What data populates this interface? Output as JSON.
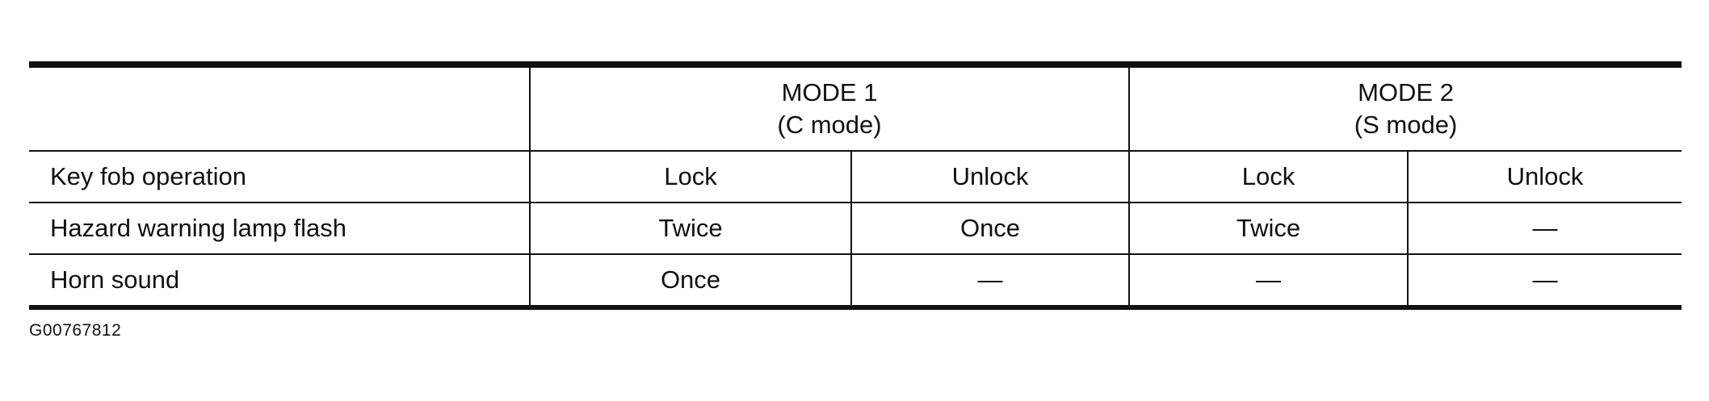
{
  "table": {
    "headers": {
      "mode1": {
        "line1": "MODE 1",
        "line2": "(C mode)"
      },
      "mode2": {
        "line1": "MODE 2",
        "line2": "(S mode)"
      }
    },
    "rows": [
      {
        "label": "Key fob operation",
        "mode1_lock": "Lock",
        "mode1_unlock": "Unlock",
        "mode2_lock": "Lock",
        "mode2_unlock": "Unlock"
      },
      {
        "label": "Hazard warning lamp flash",
        "mode1_lock": "Twice",
        "mode1_unlock": "Once",
        "mode2_lock": "Twice",
        "mode2_unlock": "—"
      },
      {
        "label": "Horn sound",
        "mode1_lock": "Once",
        "mode1_unlock": "—",
        "mode2_lock": "—",
        "mode2_unlock": "—"
      }
    ]
  },
  "figure_id": "G00767812"
}
